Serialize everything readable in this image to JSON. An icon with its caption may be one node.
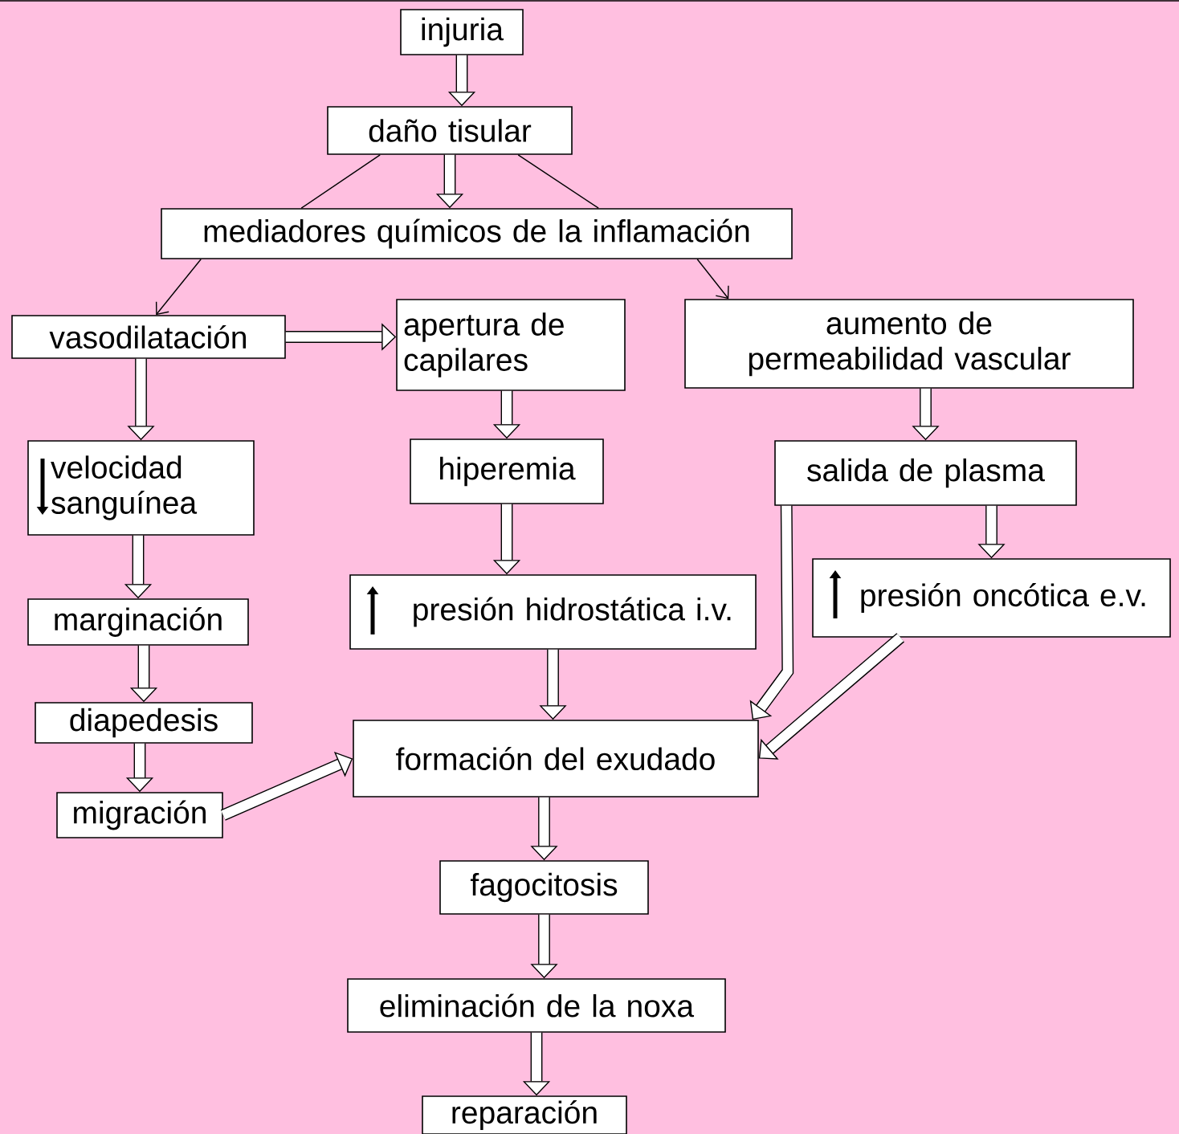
{
  "diagram": {
    "nodes": [
      {
        "text": [
          "injuria"
        ]
      },
      {
        "text": [
          "daño tisular"
        ]
      },
      {
        "text": [
          "mediadores químicos de la inflamación"
        ]
      },
      {
        "text": [
          "vasodilatación"
        ]
      },
      {
        "text": [
          "apertura de capilares"
        ]
      },
      {
        "text": [
          "aumento de permeabilidad vascular"
        ]
      },
      {
        "text": [
          "velocidad sanguínea"
        ]
      },
      {
        "text": [
          "hiperemia"
        ]
      },
      {
        "text": [
          "salida de plasma"
        ]
      },
      {
        "text": [
          "marginación"
        ]
      },
      {
        "text": [
          "presión hidrostática i.v."
        ]
      },
      {
        "text": [
          "presión oncótica e.v."
        ]
      },
      {
        "text": [
          "diapedesis"
        ]
      },
      {
        "text": [
          "formación del exudado"
        ]
      },
      {
        "text": [
          "migración"
        ]
      },
      {
        "text": [
          "fagocitosis"
        ]
      },
      {
        "text": [
          "eliminación de la noxa"
        ]
      },
      {
        "text": [
          "reparación"
        ]
      }
    ],
    "edges": [
      {
        "from": 0,
        "to": 1,
        "arrow": "to"
      },
      {
        "from": 1,
        "to": 2,
        "arrow": "none"
      },
      {
        "from": 1,
        "to": 2,
        "arrow": "to"
      },
      {
        "from": 1,
        "to": 2,
        "arrow": "none"
      },
      {
        "from": 2,
        "to": 3,
        "arrow": "to"
      },
      {
        "from": 2,
        "to": 5,
        "arrow": "to"
      },
      {
        "from": 3,
        "to": 4,
        "arrow": "to"
      },
      {
        "from": 3,
        "to": 6,
        "arrow": "to"
      },
      {
        "from": 4,
        "to": 7,
        "arrow": "to"
      },
      {
        "from": 5,
        "to": 8,
        "arrow": "to"
      },
      {
        "from": 6,
        "to": 9,
        "arrow": "to"
      },
      {
        "from": 7,
        "to": 10,
        "arrow": "to"
      },
      {
        "from": 8,
        "to": 11,
        "arrow": "to"
      },
      {
        "from": 8,
        "to": 13,
        "arrow": "to"
      },
      {
        "from": 9,
        "to": 12,
        "arrow": "to"
      },
      {
        "from": 10,
        "to": 13,
        "arrow": "to"
      },
      {
        "from": 11,
        "to": 13,
        "arrow": "to"
      },
      {
        "from": 12,
        "to": 14,
        "arrow": "to"
      },
      {
        "from": 14,
        "to": 13,
        "arrow": "to"
      },
      {
        "from": 13,
        "to": 15,
        "arrow": "to"
      },
      {
        "from": 15,
        "to": 16,
        "arrow": "to"
      },
      {
        "from": 16,
        "to": 17,
        "arrow": "to"
      }
    ]
  }
}
